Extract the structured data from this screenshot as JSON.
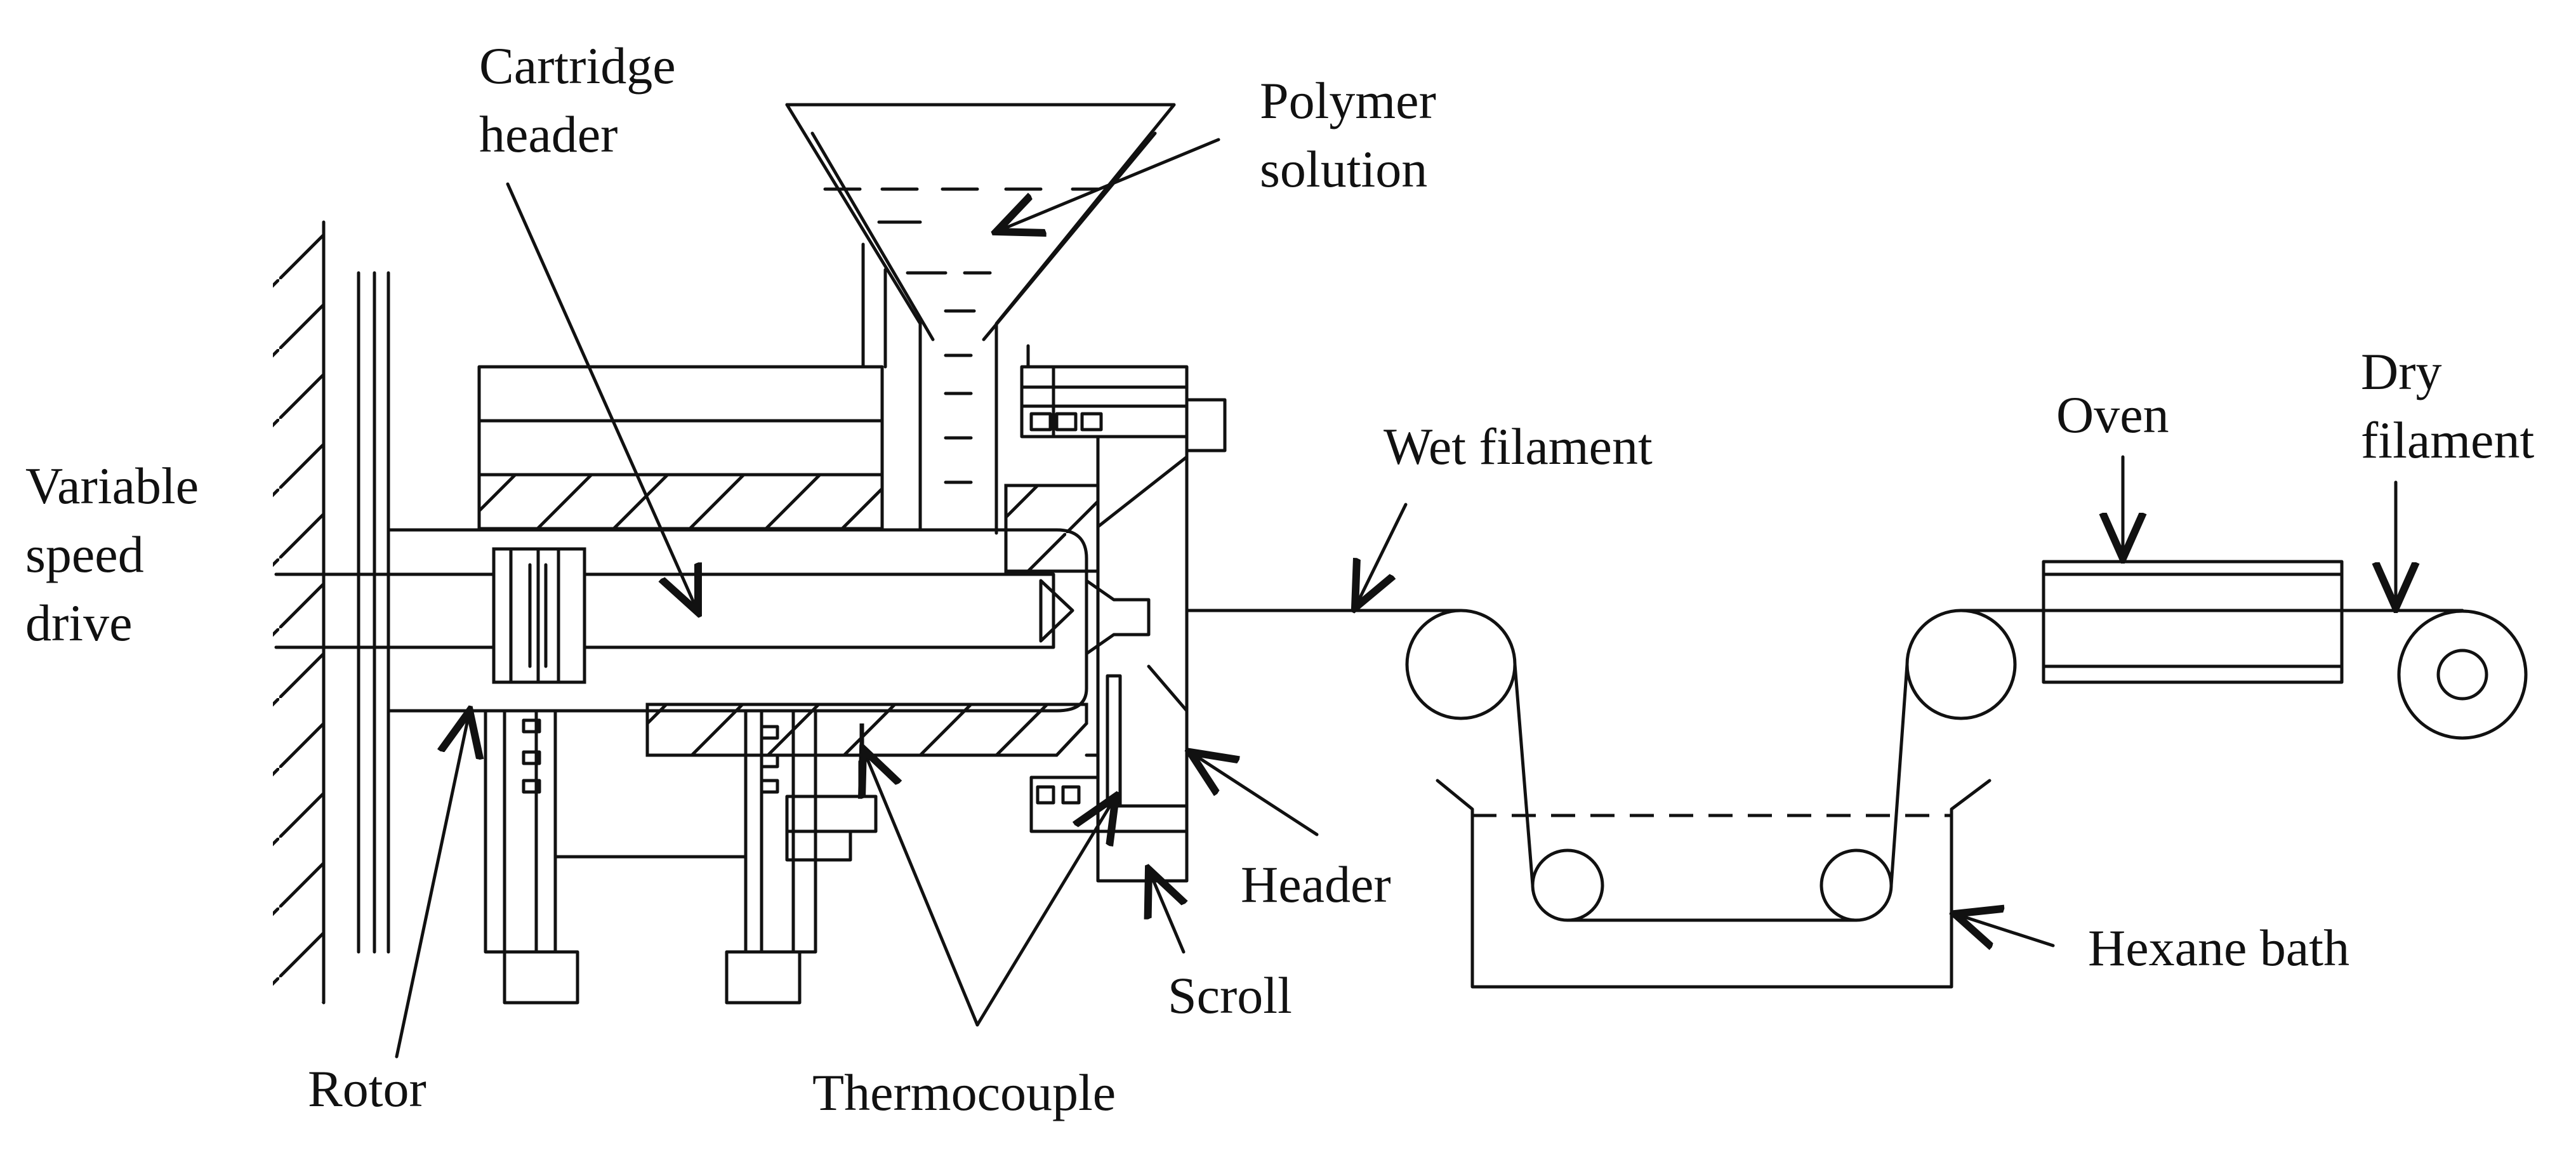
{
  "labels": {
    "cartridge_header": "Cartridge\nheader",
    "polymer_solution": "Polymer\nsolution",
    "variable_speed_drive": "Variable\nspeed\ndrive",
    "wet_filament": "Wet filament",
    "oven": "Oven",
    "dry_filament": "Dry\nfilament",
    "header": "Header",
    "scroll": "Scroll",
    "hexane_bath": "Hexane bath",
    "rotor": "Rotor",
    "thermocouple": "Thermocouple"
  }
}
